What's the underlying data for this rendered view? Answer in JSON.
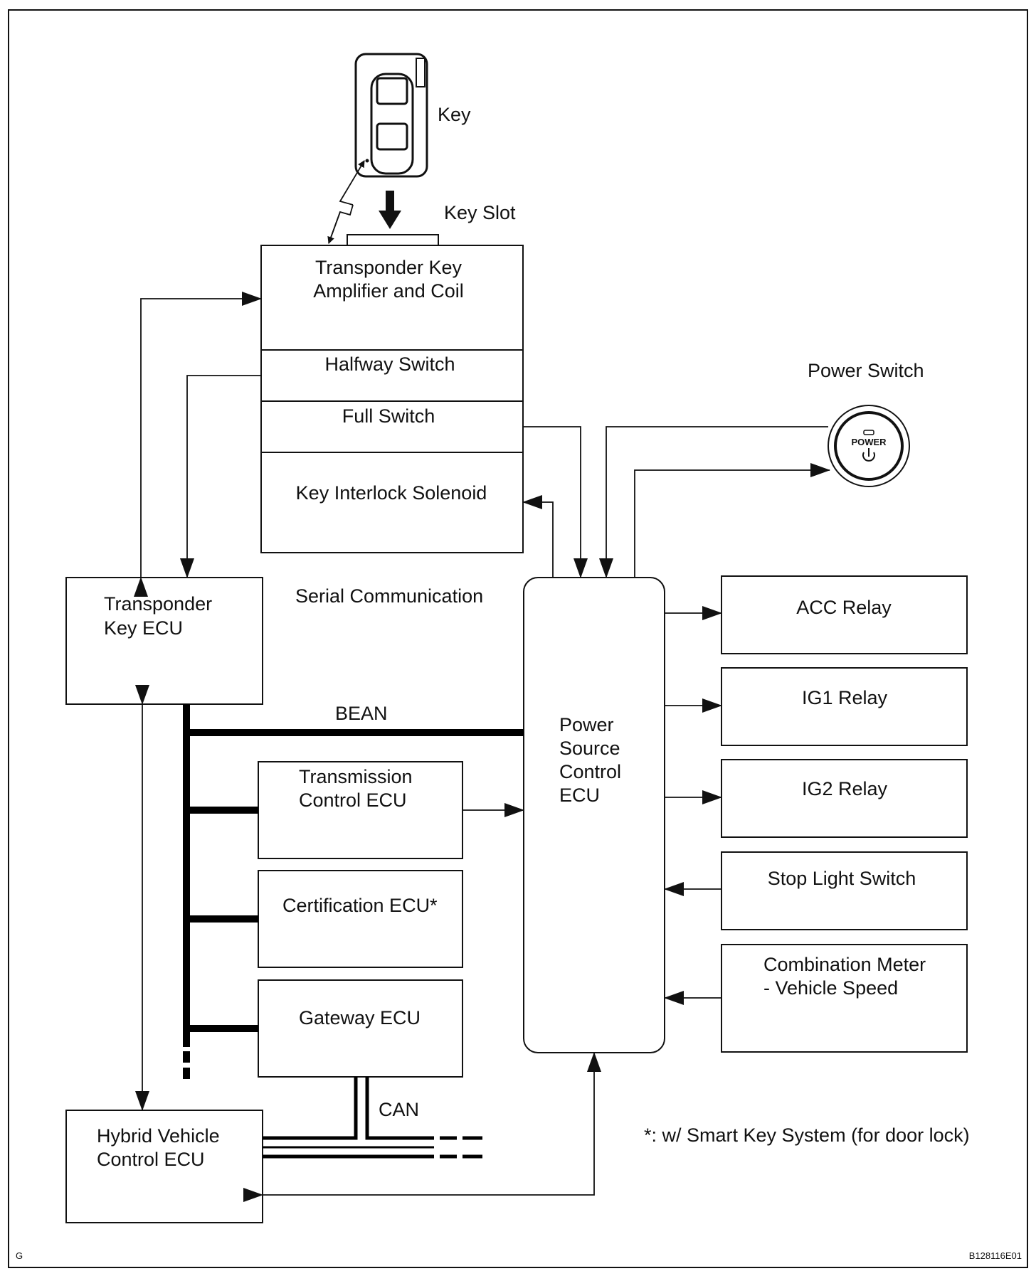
{
  "labels": {
    "key": "Key",
    "key_slot": "Key Slot",
    "transponder_amp": [
      "Transponder Key",
      "Amplifier and Coil"
    ],
    "halfway_switch": "Halfway Switch",
    "full_switch": "Full Switch",
    "key_interlock": "Key Interlock Solenoid",
    "power_switch": "Power Switch",
    "power_button_text": "POWER",
    "transponder_ecu": [
      "Transponder",
      "Key ECU"
    ],
    "serial_comm": "Serial Communication",
    "bean": "BEAN",
    "power_source_ecu": [
      "Power",
      "Source",
      "Control",
      "ECU"
    ],
    "acc_relay": "ACC Relay",
    "ig1_relay": "IG1 Relay",
    "ig2_relay": "IG2 Relay",
    "stop_light": "Stop Light Switch",
    "combination_meter": [
      "Combination Meter",
      "- Vehicle Speed"
    ],
    "transmission_ecu": [
      "Transmission",
      "Control ECU"
    ],
    "certification_ecu": "Certification ECU*",
    "gateway_ecu": "Gateway ECU",
    "can": "CAN",
    "hybrid_ecu": [
      "Hybrid Vehicle",
      "Control ECU"
    ],
    "footnote": "*: w/ Smart Key System (for door lock)",
    "corner_left": "G",
    "corner_right": "B128116E01"
  },
  "colors": {
    "line": "#111111",
    "background": "#ffffff"
  }
}
